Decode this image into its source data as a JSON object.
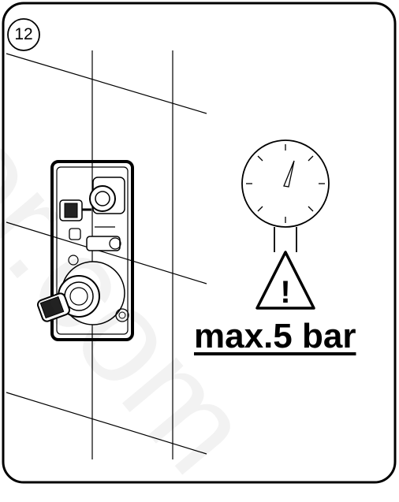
{
  "step": {
    "number": "12"
  },
  "warning": {
    "icon": "warning-triangle-icon",
    "symbol": "!"
  },
  "pressure": {
    "label": "max.5 bar"
  },
  "gauge": {
    "icon": "pressure-gauge-icon"
  },
  "watermark": {
    "text": "or.com"
  },
  "colors": {
    "line": "#000000",
    "background": "#ffffff"
  }
}
